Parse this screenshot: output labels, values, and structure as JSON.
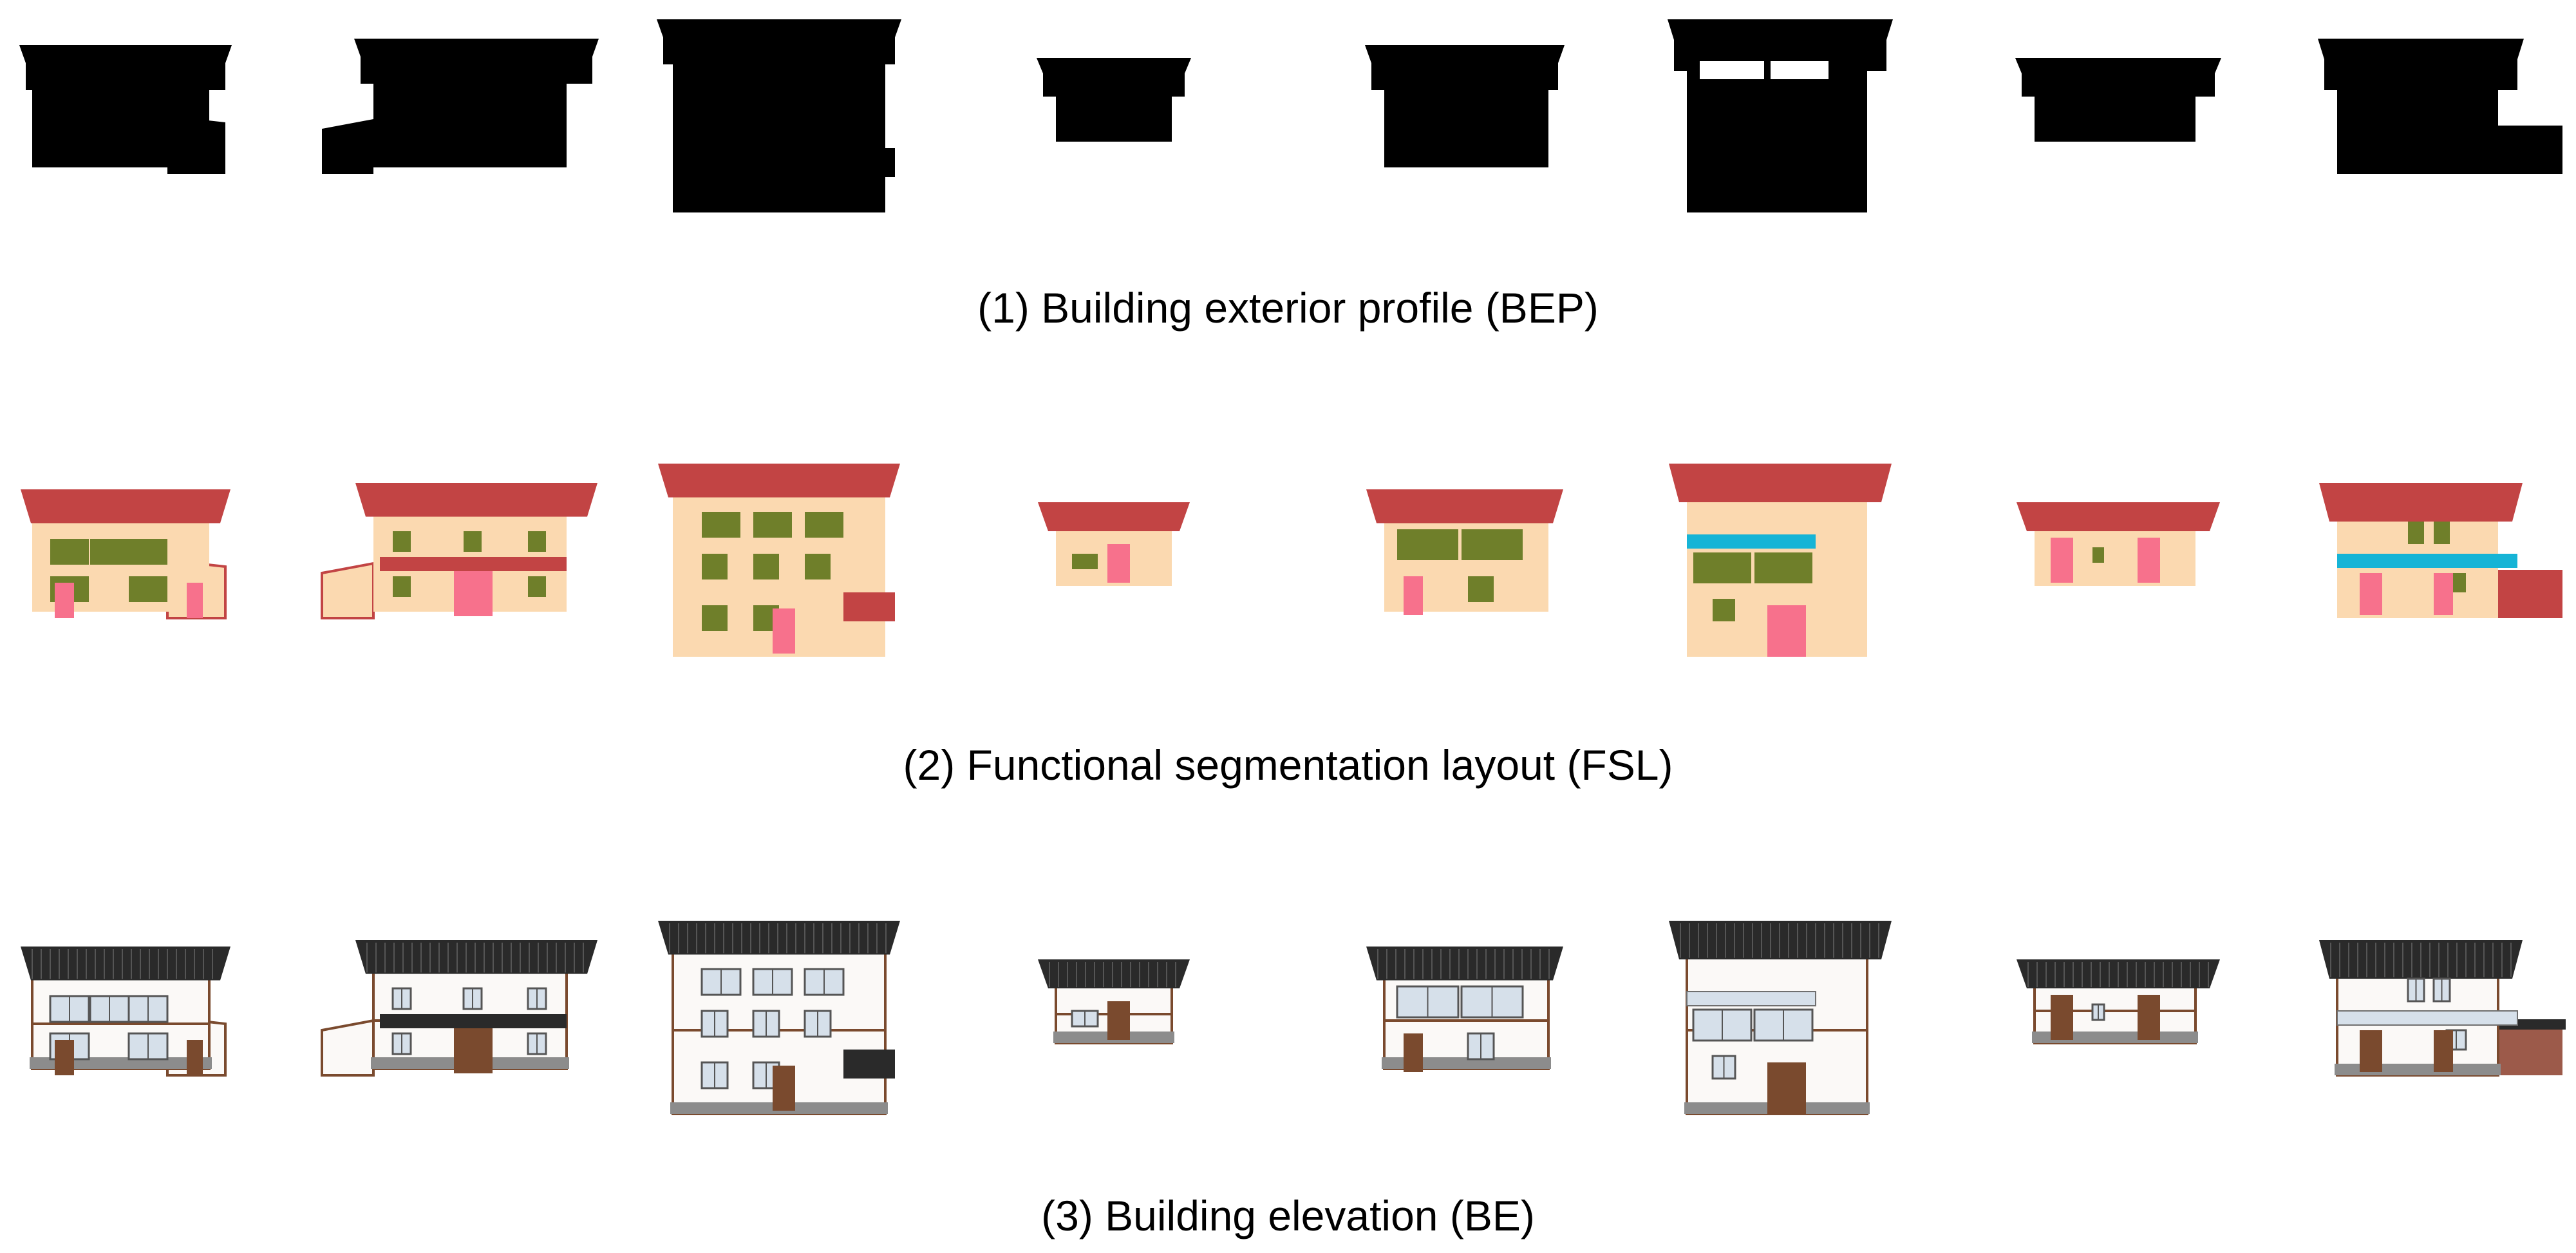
{
  "rows": [
    {
      "label": "(1) Building exterior profile (BEP)"
    },
    {
      "label": "(2) Functional segmentation layout (FSL)"
    },
    {
      "label": "(3) Building elevation (BE)"
    }
  ],
  "colors": {
    "silhouette": "#000000",
    "roof_fsl": "#c24444",
    "wall_fsl": "#fbd9b0",
    "window_fsl": "#6f7f2a",
    "door_fsl": "#f7718c",
    "balcony_fsl": "#16b4d6",
    "roof_be": "#2a2a2a",
    "wall_be": "#fbf9f7",
    "timber_be": "#7a4a2e",
    "base_be": "#8c8c8c",
    "glass_be": "#d6e0ea",
    "brick_be": "#9c5a4a"
  }
}
